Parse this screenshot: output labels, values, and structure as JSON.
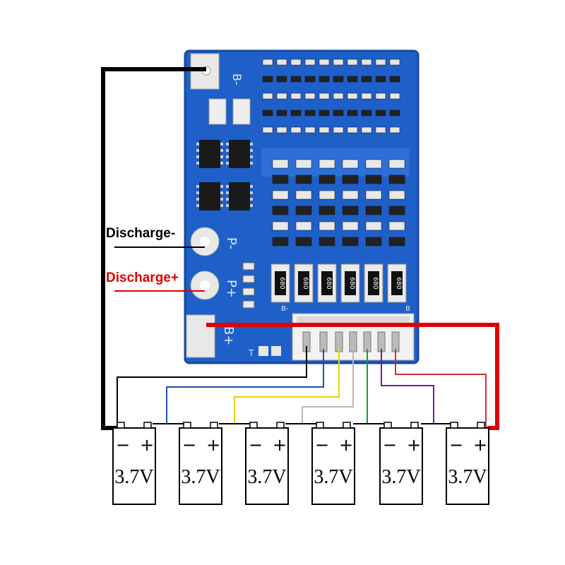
{
  "board": {
    "pad_b_minus": "B-",
    "pad_p_minus": "P-",
    "pad_p_plus": "P+",
    "pad_b_plus": "B+",
    "pad_t": "T",
    "resistor_code": "680",
    "connector_left": "B-",
    "connector_right": "B"
  },
  "labels": {
    "discharge_minus": "Discharge-",
    "discharge_plus": "Discharge+"
  },
  "cells": [
    {
      "minus": "−",
      "plus": "+",
      "voltage": "3.7V"
    },
    {
      "minus": "−",
      "plus": "+",
      "voltage": "3.7V"
    },
    {
      "minus": "−",
      "plus": "+",
      "voltage": "3.7V"
    },
    {
      "minus": "−",
      "plus": "+",
      "voltage": "3.7V"
    },
    {
      "minus": "−",
      "plus": "+",
      "voltage": "3.7V"
    },
    {
      "minus": "−",
      "plus": "+",
      "voltage": "3.7V"
    }
  ],
  "colors": {
    "pcb": "#1f5fc8",
    "pcb_dark": "#174aa0",
    "pad": "#e8e8e8",
    "negative": "#000000",
    "positive": "#e10000",
    "balance_wires": [
      "#1f4fb8",
      "#e6d400",
      "#b8b8b8",
      "#1a9a2a",
      "#6a1f9a",
      "#d03030"
    ]
  }
}
